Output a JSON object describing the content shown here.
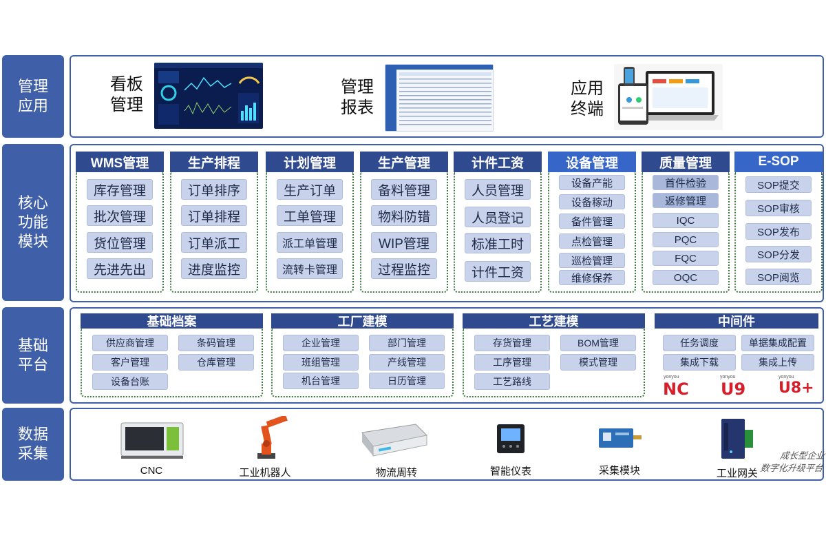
{
  "rows": {
    "management": {
      "label_line1": "管理",
      "label_line2": "应用"
    },
    "core": {
      "label_line1": "核心",
      "label_line2": "功能",
      "label_line3": "模块"
    },
    "platform": {
      "label_line1": "基础",
      "label_line2": "平台"
    },
    "collection": {
      "label_line1": "数据",
      "label_line2": "采集"
    }
  },
  "management_apps": [
    {
      "line1": "看板",
      "line2": "管理",
      "icon": "dashboard-screenshot"
    },
    {
      "line1": "管理",
      "line2": "报表",
      "icon": "report-screenshot"
    },
    {
      "line1": "应用",
      "line2": "终端",
      "icon": "devices-image"
    }
  ],
  "modules": [
    {
      "title": "WMS管理",
      "items": [
        "库存管理",
        "批次管理",
        "货位管理",
        "先进先出"
      ]
    },
    {
      "title": "生产排程",
      "items": [
        "订单排序",
        "订单排程",
        "订单派工",
        "进度监控"
      ]
    },
    {
      "title": "计划管理",
      "items": [
        "生产订单",
        "工单管理",
        "派工单管理",
        "流转卡管理"
      ]
    },
    {
      "title": "生产管理",
      "items": [
        "备料管理",
        "物料防错",
        "WIP管理",
        "过程监控"
      ]
    },
    {
      "title": "计件工资",
      "items": [
        "人员管理",
        "人员登记",
        "标准工时",
        "计件工资"
      ]
    },
    {
      "title": "设备管理",
      "items": [
        "设备产能",
        "设备稼动",
        "备件管理",
        "点检管理",
        "巡检管理",
        "维修保养"
      ]
    },
    {
      "title": "质量管理",
      "items": [
        "首件检验",
        "返修管理",
        "IQC",
        "PQC",
        "FQC",
        "OQC"
      ]
    },
    {
      "title": "E-SOP",
      "items": [
        "SOP提交",
        "SOP审核",
        "SOP发布",
        "SOP分发",
        "SOP阅览"
      ]
    }
  ],
  "platform": [
    {
      "title": "基础档案",
      "items": [
        "供应商管理",
        "条码管理",
        "客户管理",
        "仓库管理",
        "设备台账"
      ]
    },
    {
      "title": "工厂建模",
      "items": [
        "企业管理",
        "部门管理",
        "班组管理",
        "产线管理",
        "机台管理",
        "日历管理"
      ]
    },
    {
      "title": "工艺建模",
      "items": [
        "存货管理",
        "BOM管理",
        "工序管理",
        "模式管理",
        "工艺路线"
      ]
    },
    {
      "title": "中间件",
      "items": [
        "任务调度",
        "单据集成配置",
        "集成下载",
        "集成上传"
      ]
    }
  ],
  "erp_logos": {
    "nc": "NC",
    "u9": "U9",
    "u8": "U8+",
    "brand": "yonyou"
  },
  "devices": [
    {
      "label": "CNC",
      "icon": "cnc-machine-icon"
    },
    {
      "label": "工业机器人",
      "icon": "industrial-robot-icon"
    },
    {
      "label": "物流周转",
      "icon": "agv-cart-icon"
    },
    {
      "label": "智能仪表",
      "icon": "smart-meter-icon"
    },
    {
      "label": "采集模块",
      "icon": "data-module-icon"
    },
    {
      "label": "工业网关",
      "icon": "gateway-icon"
    }
  ],
  "slogan": {
    "line1": "成长型企业",
    "line2": "数字化升级平台"
  },
  "colors": {
    "primary": "#3f5fa8",
    "header": "#2f4a8f",
    "pill": "#c8d3eb",
    "dotted": "#3c7a3c",
    "logo_red": "#d61f2a"
  }
}
